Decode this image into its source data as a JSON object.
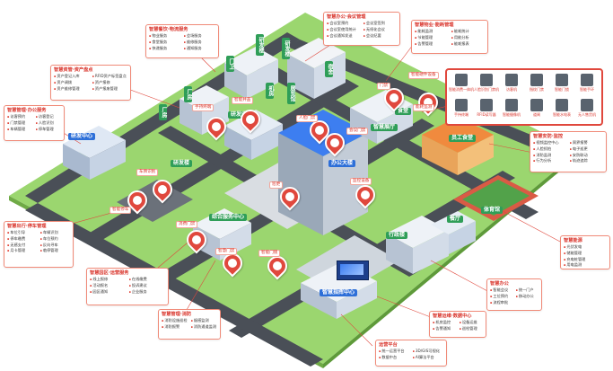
{
  "callouts": [
    {
      "title": "智慧餐饮·物流服务",
      "items": [
        "物业服务",
        "会场服务",
        "食堂服务",
        "维修服务",
        "快递服务",
        "通知服务"
      ]
    },
    {
      "title": "智慧办公·会议管理",
      "items": [
        "会议室预约",
        "会议室签到",
        "会议室使用统计",
        "无纸化会议",
        "会议通知发送",
        "会议纪要"
      ]
    },
    {
      "title": "智慧物业·能耗管理",
      "items": [
        "能耗监测",
        "能耗统计",
        "节能管理",
        "用能分析",
        "告警管理",
        "能耗报表"
      ]
    },
    {
      "title": "智慧资管·资产盘点",
      "items": [
        "资产登记入库",
        "RFID资产标签盘点",
        "资产调拨",
        "资产报修",
        "资产维修管理",
        "资产报废管理"
      ]
    },
    {
      "title": "智慧管理·办公服务",
      "items": [
        "访客预约",
        "访客登记",
        "门禁管理",
        "人脸识别",
        "车辆管理",
        "停车管理"
      ]
    },
    {
      "title": "智慧安防·监控",
      "items": [
        "视频监控中心",
        "周界报警",
        "人脸抓拍",
        "电子巡更",
        "消防监测",
        "安防联动",
        "行为分析",
        "轨迹追踪"
      ]
    },
    {
      "title": "智慧出行·停车管理",
      "items": [
        "车位引导",
        "车辆识别",
        "停车缴费",
        "车位预约",
        "无感支付",
        "反向寻车",
        "月卡管理",
        "临停管理"
      ]
    },
    {
      "title": "智慧园区·运营服务",
      "items": [
        "线上报修",
        "在线缴费",
        "活动报名",
        "投诉建议",
        "园区通知",
        "企业服务"
      ]
    },
    {
      "title": "智慧能源",
      "items": [
        "光伏发电",
        "储能管理",
        "充电桩管理",
        "用电监测"
      ]
    },
    {
      "title": "智慧管理·消防",
      "items": [
        "消防设施巡检",
        "烟感监测",
        "消防报警",
        "消防通道监测"
      ]
    },
    {
      "title": "智慧办公",
      "items": [
        "智能会议",
        "统一门户",
        "工位预约",
        "移动办公",
        "流程审批"
      ]
    },
    {
      "title": "智慧运维·数据中心",
      "items": [
        "机房监控",
        "设备运维",
        "告警通知",
        "巡检管理"
      ]
    },
    {
      "title": "运营平台",
      "items": [
        "统一运营平台",
        "3D/GIS可视化",
        "数据中台",
        "AI算法平台"
      ]
    }
  ],
  "buildings": [
    "研发楼",
    "研发楼",
    "宿舍",
    "门卫",
    "厂房",
    "展览馆",
    "机房",
    "研发中心",
    "研发中心",
    "厂房",
    "研发楼",
    "食堂",
    "办公大楼",
    "员工食堂",
    "体育馆",
    "智慧展厅",
    "餐厅",
    "行政楼",
    "综合服务中心",
    "智慧指挥中心"
  ],
  "pins": [
    "手持终端",
    "门禁",
    "车牌识别",
    "人脸门禁",
    "会议门禁",
    "消费门禁",
    "能耗监测",
    "智慧门禁",
    "智能门锁",
    "巡更",
    "智能停车",
    "监控设备",
    "智能井盖"
  ],
  "devices": {
    "title": "智能硬件设备",
    "items": [
      "智能消费一体机",
      "人脸识别门禁机",
      "访客机",
      "指纹门禁",
      "智能门锁",
      "智能手环",
      "手持终端",
      "RFID读写器",
      "智能摄像机",
      "道闸",
      "智能水电表",
      "无人售货机"
    ]
  },
  "colors": {
    "accent": "#e0483d",
    "road": "#4a4f57",
    "grass": "#8fcf6b",
    "label_green": "#2f9e58",
    "label_blue": "#2d6fd8"
  }
}
